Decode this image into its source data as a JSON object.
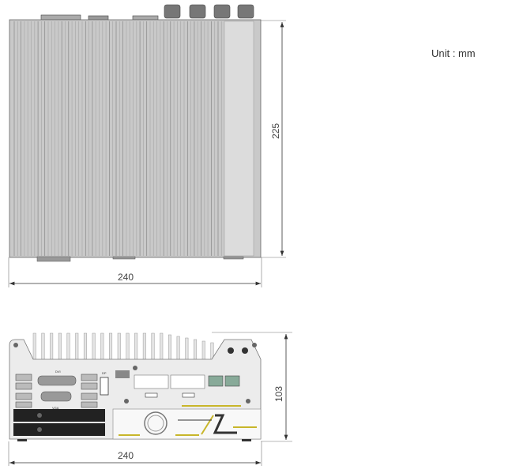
{
  "unit_label": "Unit : mm",
  "top_view": {
    "depth_dimension": "225",
    "width_dimension": "240"
  },
  "front_view": {
    "height_dimension": "103",
    "width_dimension": "240",
    "port_labels": {
      "dvi": "DVI",
      "vga": "VGA",
      "dp": "DP"
    }
  },
  "colors": {
    "accent_yellow": "#c8b62a",
    "body_gray": "#c9c9c9",
    "drive_black": "#222222"
  }
}
